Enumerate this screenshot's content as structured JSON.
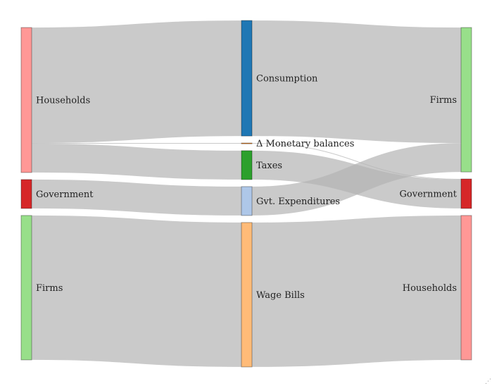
{
  "diagram": {
    "type": "sankey",
    "link_color": "#b3b3b3",
    "nodes": [
      {
        "id": "src_households",
        "column": 0,
        "label": "Households",
        "color": "#ff9896",
        "label_side": "right"
      },
      {
        "id": "src_government",
        "column": 0,
        "label": "Government",
        "color": "#d62728",
        "label_side": "right"
      },
      {
        "id": "src_firms",
        "column": 0,
        "label": "Firms",
        "color": "#98df8a",
        "label_side": "right"
      },
      {
        "id": "mid_consumption",
        "column": 1,
        "label": "Consumption",
        "color": "#1f77b4",
        "label_side": "right"
      },
      {
        "id": "mid_monetary",
        "column": 1,
        "label": "Δ Monetary balances",
        "color": "#ff7f0e",
        "label_side": "right"
      },
      {
        "id": "mid_taxes",
        "column": 1,
        "label": "Taxes",
        "color": "#2ca02c",
        "label_side": "right"
      },
      {
        "id": "mid_gvt_exp",
        "column": 1,
        "label": "Gvt. Expenditures",
        "color": "#aec7e8",
        "label_side": "right"
      },
      {
        "id": "mid_wage_bills",
        "column": 1,
        "label": "Wage Bills",
        "color": "#ffbb78",
        "label_side": "right"
      },
      {
        "id": "dst_firms",
        "column": 2,
        "label": "Firms",
        "color": "#98df8a",
        "label_side": "left"
      },
      {
        "id": "dst_government",
        "column": 2,
        "label": "Government",
        "color": "#d62728",
        "label_side": "left"
      },
      {
        "id": "dst_households",
        "column": 2,
        "label": "Households",
        "color": "#ff9896",
        "label_side": "left"
      }
    ],
    "links": [
      {
        "source": "src_households",
        "target": "mid_consumption",
        "value": 80
      },
      {
        "source": "src_households",
        "target": "mid_monetary",
        "value": 0.4
      },
      {
        "source": "src_households",
        "target": "mid_taxes",
        "value": 20
      },
      {
        "source": "src_government",
        "target": "mid_gvt_exp",
        "value": 20
      },
      {
        "source": "src_firms",
        "target": "mid_wage_bills",
        "value": 100
      },
      {
        "source": "mid_consumption",
        "target": "dst_firms",
        "value": 80
      },
      {
        "source": "mid_monetary",
        "target": "dst_government",
        "value": 0.4
      },
      {
        "source": "mid_taxes",
        "target": "dst_government",
        "value": 20
      },
      {
        "source": "mid_gvt_exp",
        "target": "dst_firms",
        "value": 20
      },
      {
        "source": "mid_wage_bills",
        "target": "dst_households",
        "value": 100
      }
    ]
  }
}
